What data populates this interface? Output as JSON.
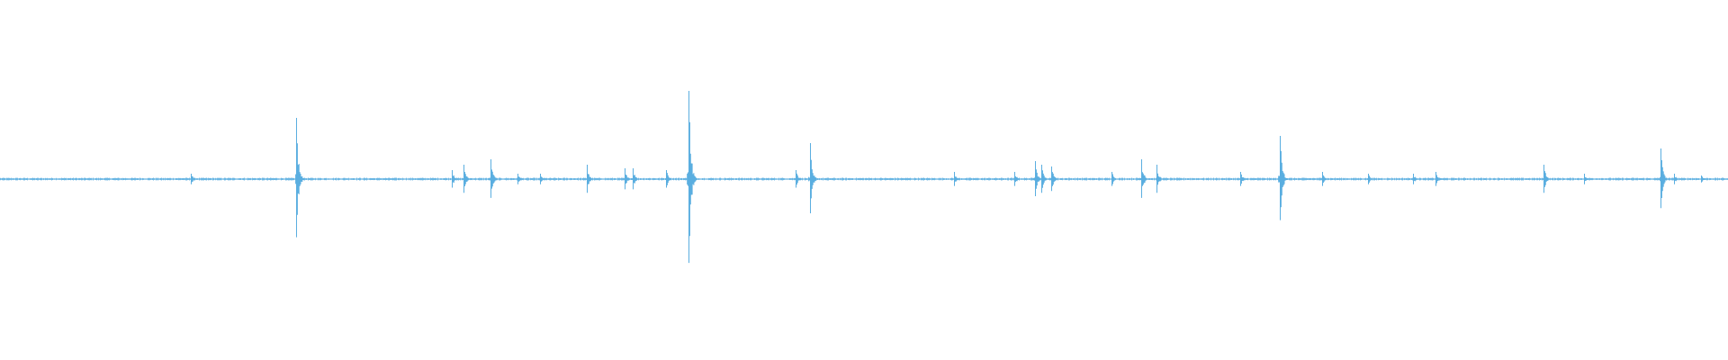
{
  "waveform": {
    "color": "#5aaee0",
    "background": "#ffffff",
    "amplitude_scale": 1.0,
    "duration_units": 1920,
    "baseline_noise": 0.006,
    "peaks": [
      {
        "t": 212,
        "amp": 0.03
      },
      {
        "t": 329,
        "amp": 0.34
      },
      {
        "t": 502,
        "amp": 0.05
      },
      {
        "t": 515,
        "amp": 0.08
      },
      {
        "t": 545,
        "amp": 0.11
      },
      {
        "t": 575,
        "amp": 0.03
      },
      {
        "t": 600,
        "amp": 0.03
      },
      {
        "t": 652,
        "amp": 0.08
      },
      {
        "t": 694,
        "amp": 0.06
      },
      {
        "t": 703,
        "amp": 0.06
      },
      {
        "t": 740,
        "amp": 0.05
      },
      {
        "t": 765,
        "amp": 0.49
      },
      {
        "t": 884,
        "amp": 0.05
      },
      {
        "t": 900,
        "amp": 0.2
      },
      {
        "t": 1060,
        "amp": 0.04
      },
      {
        "t": 1127,
        "amp": 0.04
      },
      {
        "t": 1150,
        "amp": 0.1
      },
      {
        "t": 1157,
        "amp": 0.08
      },
      {
        "t": 1168,
        "amp": 0.07
      },
      {
        "t": 1235,
        "amp": 0.04
      },
      {
        "t": 1268,
        "amp": 0.11
      },
      {
        "t": 1285,
        "amp": 0.08
      },
      {
        "t": 1378,
        "amp": 0.04
      },
      {
        "t": 1422,
        "amp": 0.24
      },
      {
        "t": 1469,
        "amp": 0.04
      },
      {
        "t": 1520,
        "amp": 0.03
      },
      {
        "t": 1570,
        "amp": 0.03
      },
      {
        "t": 1595,
        "amp": 0.04
      },
      {
        "t": 1715,
        "amp": 0.08
      },
      {
        "t": 1760,
        "amp": 0.03
      },
      {
        "t": 1845,
        "amp": 0.17
      },
      {
        "t": 1860,
        "amp": 0.03
      },
      {
        "t": 1890,
        "amp": 0.02
      }
    ]
  }
}
